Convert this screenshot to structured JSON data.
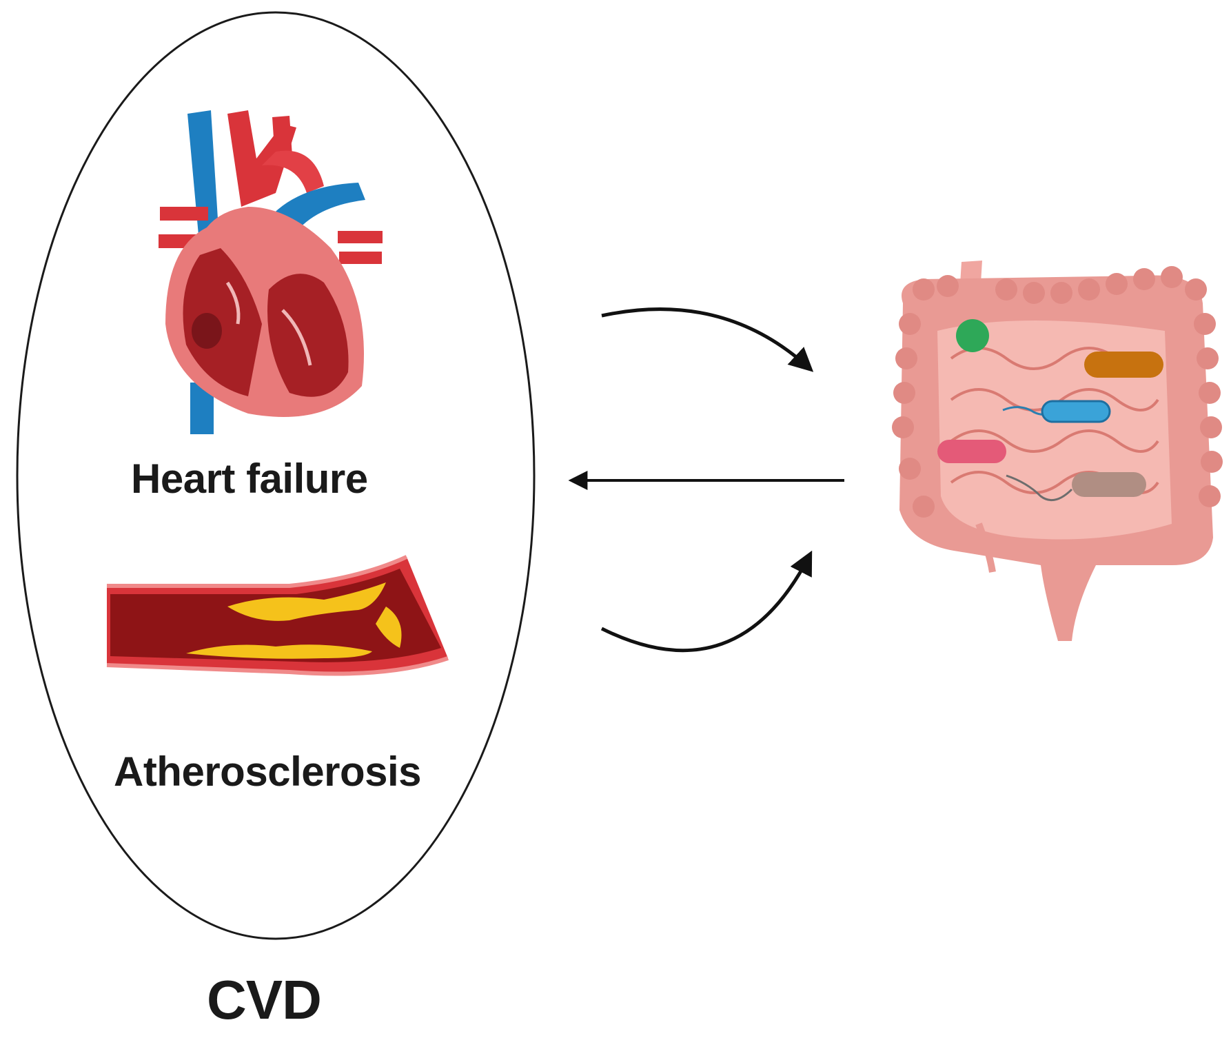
{
  "labels": {
    "heart_failure": "Heart failure",
    "atherosclerosis": "Atherosclerosis",
    "cvd": "CVD"
  },
  "icons": {
    "heart": "heart-icon",
    "artery": "artery-plaque-icon",
    "gut": "intestine-icon",
    "bacteria": "bacteria-icon"
  },
  "colors": {
    "artery_red": "#d9343a",
    "vein_blue": "#1e7fc1",
    "heart_inner": "#a62025",
    "plaque_yellow": "#f5c21b",
    "gut_pink": "#e99a94",
    "arrow": "#111111"
  },
  "bacteria_colors": [
    "#2ea858",
    "#c7720f",
    "#3aa3d8",
    "#e45a78",
    "#b08e83"
  ]
}
